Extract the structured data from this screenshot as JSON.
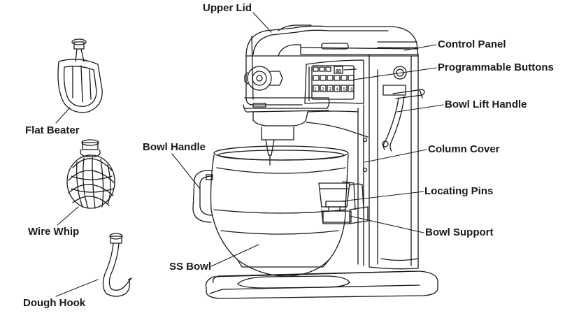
{
  "labels": {
    "upper_lid": "Upper Lid",
    "control_panel": "Control Panel",
    "programmable_buttons": "Programmable Buttons",
    "bowl_lift_handle": "Bowl Lift Handle",
    "column_cover": "Column Cover",
    "locating_pins": "Locating Pins",
    "bowl_support": "Bowl Support",
    "ss_bowl": "SS Bowl",
    "bowl_handle": "Bowl Handle",
    "flat_beater": "Flat Beater",
    "wire_whip": "Wire Whip",
    "dough_hook": "Dough Hook"
  },
  "control_panel_display": {
    "row1": "88",
    "row3": "1 2 3 4 5 6"
  },
  "colors": {
    "line": "#1a1a1a",
    "background": "#ffffff"
  }
}
